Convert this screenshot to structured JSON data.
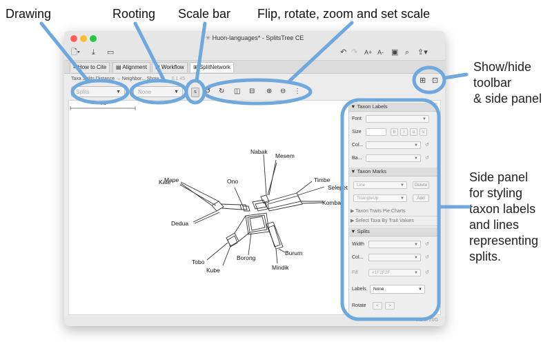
{
  "annotations": {
    "drawing": "Drawing",
    "rooting": "Rooting",
    "scale_bar": "Scale bar",
    "flip_rotate": "Flip, rotate, zoom and set scale",
    "show_hide": [
      "Show/hide",
      "toolbar",
      "& side panel"
    ],
    "side_panel": [
      "Side panel",
      "for styling",
      "taxon labels",
      "and lines",
      "representing",
      "splits."
    ],
    "highlight_color": "#6fa8dc"
  },
  "window": {
    "title": "Huon-languages* - SplitsTree CE",
    "traffic_colors": [
      "#fe5f57",
      "#febc2e",
      "#28c840"
    ]
  },
  "toolbar": {
    "zoom_in_font": "A+",
    "zoom_out_font": "A-"
  },
  "tabs": [
    {
      "label": "How to Cite"
    },
    {
      "label": "Alignment"
    },
    {
      "label": "Workflow"
    },
    {
      "label": "SplitNetwork"
    }
  ],
  "breadcrumb": "Taxa Splits Distance → Neighbor... Show S...",
  "breadcrumb_extra": "0.1 45",
  "view_toolbar": {
    "drawing_value": "Splits",
    "rooting_value": "None",
    "scale_value": "0.1"
  },
  "side_panel": {
    "taxon_labels": {
      "header": "Taxon Labels",
      "font_label": "Font",
      "size_label": "Size",
      "style_buttons": [
        "b",
        "i",
        "u",
        "s"
      ],
      "color_label": "Col...",
      "background_label": "Ba..."
    },
    "taxon_marks": {
      "header": "Taxon Marks",
      "line_value": "Line",
      "delete_label": "Delete",
      "shape_value": "TriangleUp",
      "add_label": "Add"
    },
    "traits_pie": "Taxon Traits Pie Charts",
    "select_taxa": "Select Taxa By Trait Values",
    "splits": {
      "header": "Splits",
      "width_label": "Width",
      "color_label": "Col...",
      "fill_label": "Fill",
      "fill_value": "#1F2F2F",
      "labels_label": "Labels",
      "labels_value": "None",
      "rotate_label": "Rotate",
      "rotate_left": "<",
      "rotate_right": ">"
    }
  },
  "network": {
    "taxa": [
      "Nabak",
      "Mesem",
      "Ono",
      "Timbe",
      "Selepet",
      "Komba",
      "Mape",
      "Kate",
      "Dedua",
      "Borong",
      "Burum",
      "Mindik",
      "Tobo",
      "Kube"
    ]
  },
  "status": "0.1 of 20G"
}
